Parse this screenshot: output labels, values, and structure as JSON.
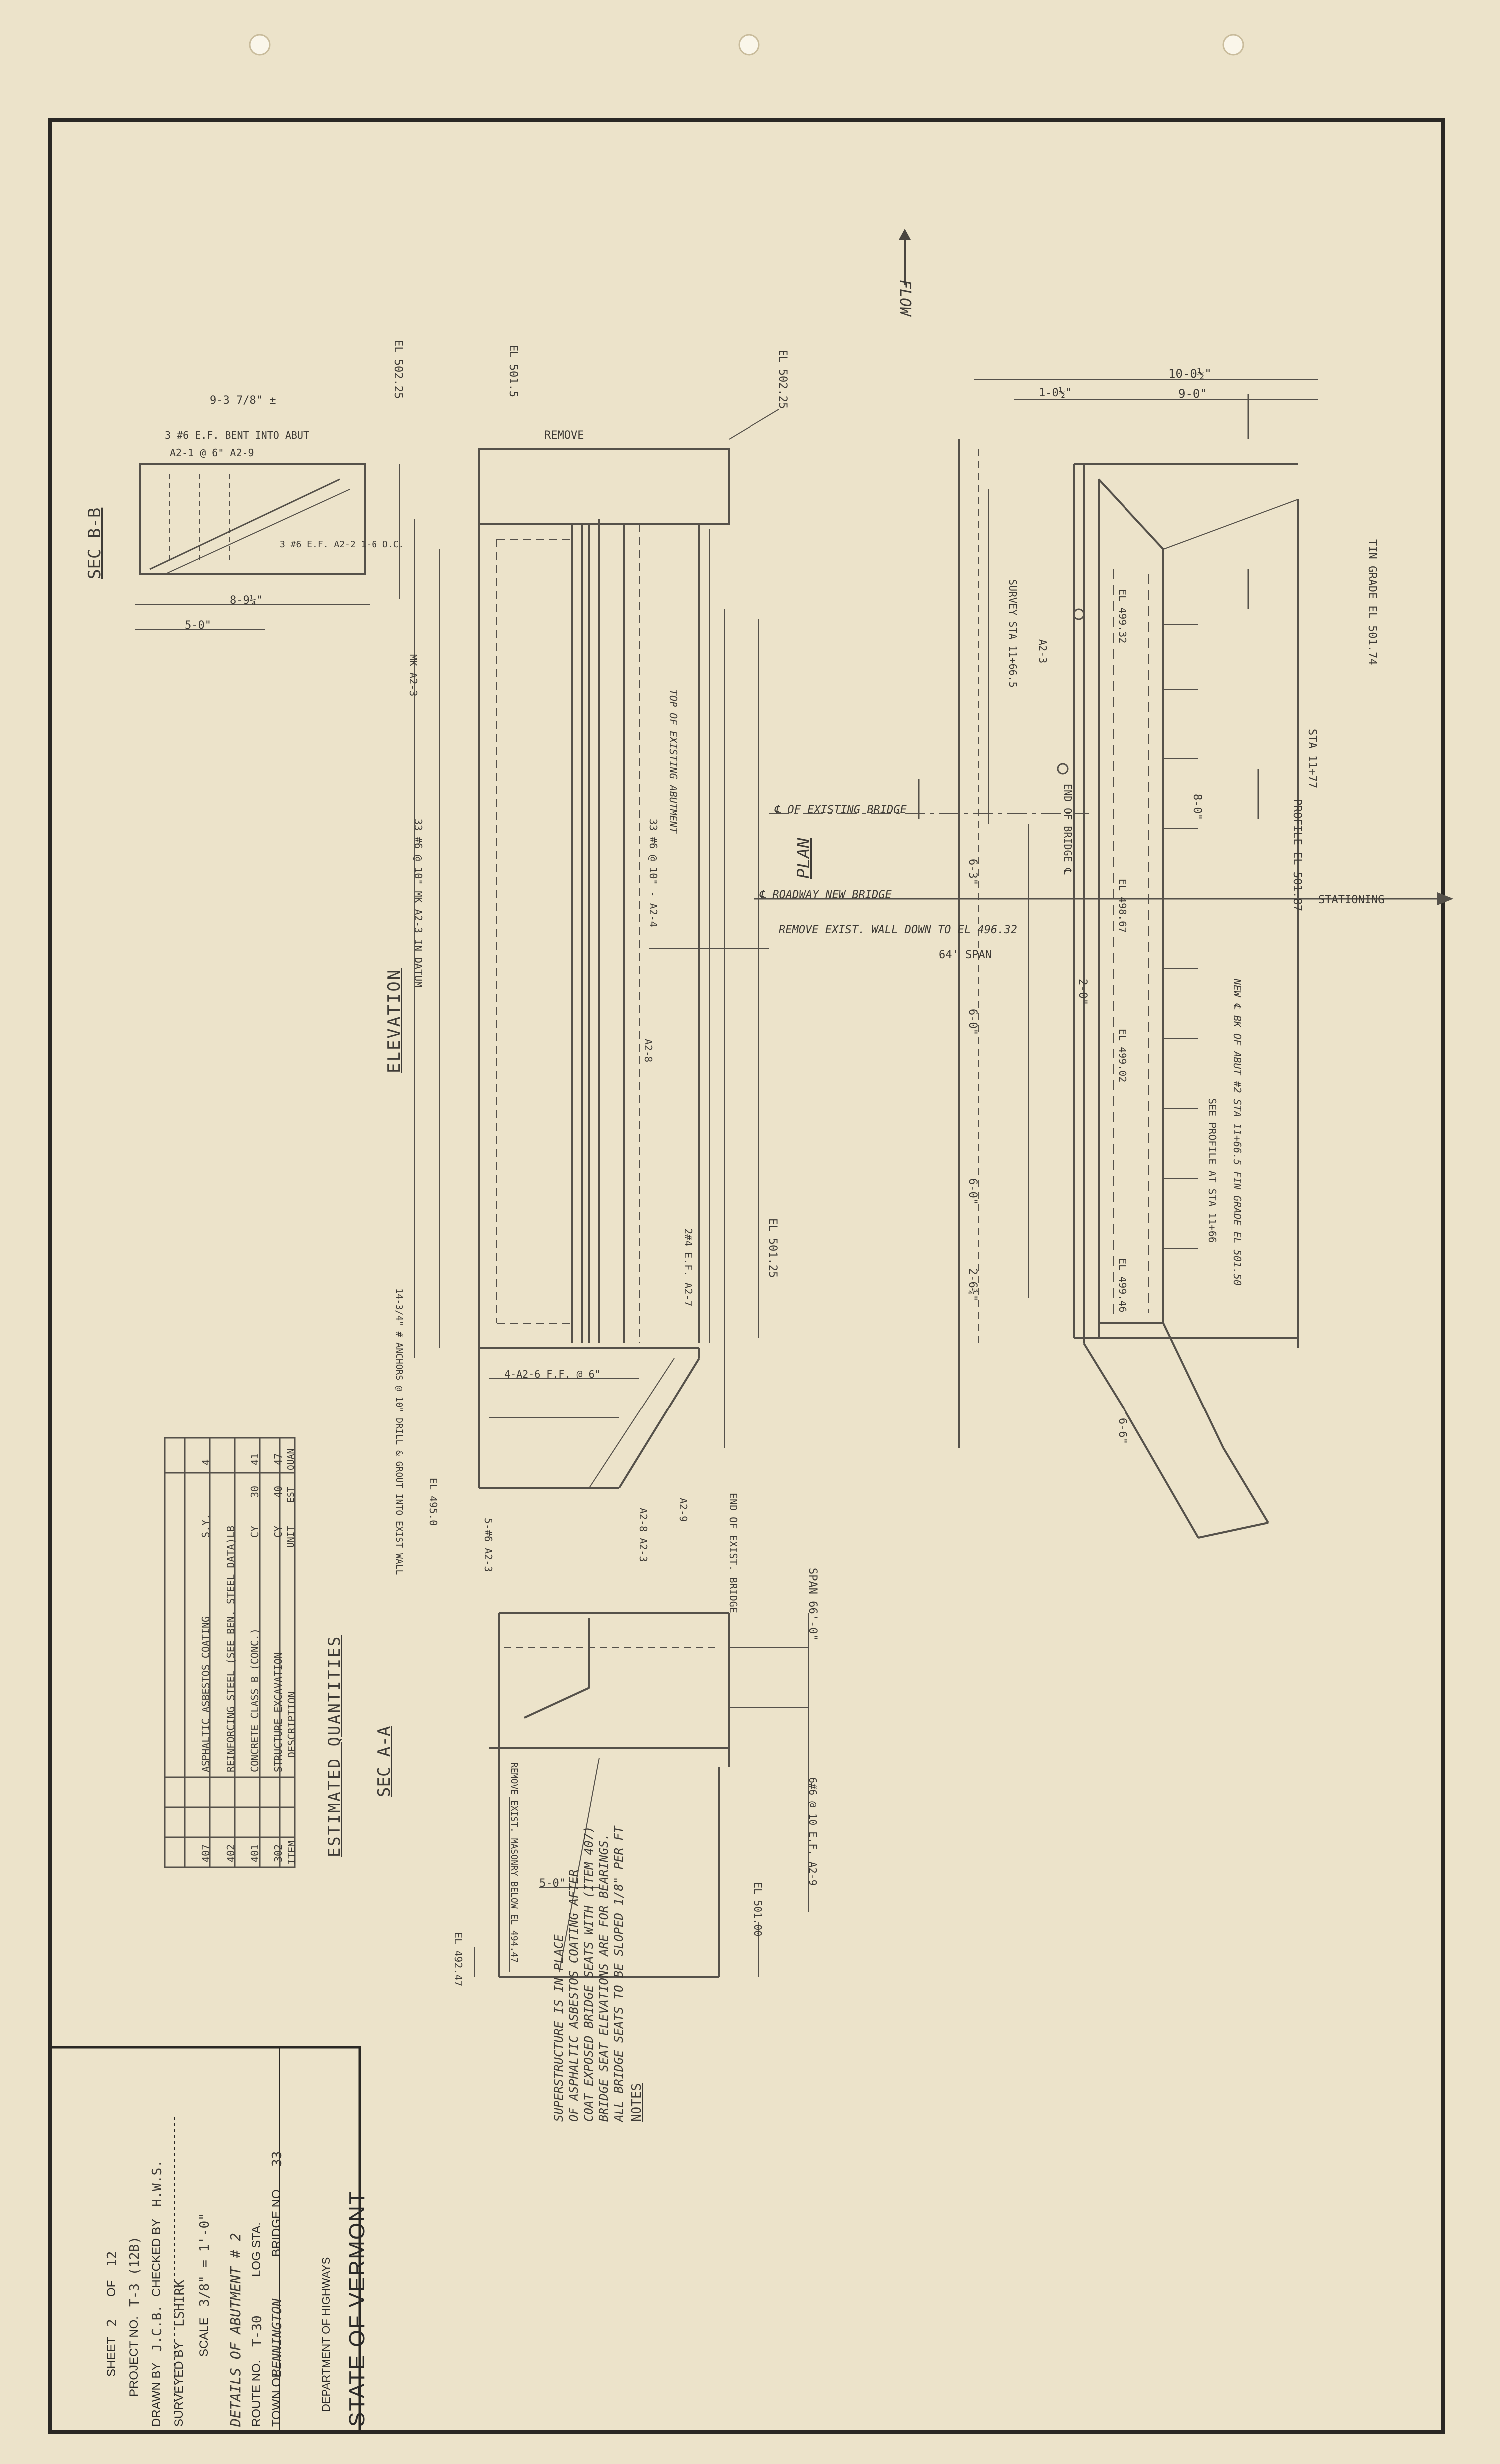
{
  "title_block": {
    "state": "STATE OF VERMONT",
    "department": "DEPARTMENT OF HIGHWAYS",
    "town_label": "TOWN OF",
    "town_value": "BENNINGTON",
    "bridge_label": "BRIDGE NO.",
    "bridge_value": "33",
    "route_label": "ROUTE NO.",
    "route_value": "T-30",
    "log_sta_label": "LOG STA.",
    "details_line": "DETAILS OF ABUTMENT # 2",
    "scale_label": "SCALE",
    "scale_value": "3/8\" = 1'-0\"",
    "surveyed_label": "SURVEYED BY",
    "surveyed_value": "LSHIRK",
    "drawn_label": "DRAWN BY",
    "drawn_value": "J.C.B.",
    "checked_label": "CHECKED BY",
    "checked_value": "H.W.S.",
    "project_label": "PROJECT NO.",
    "project_value": "T-3 (12B)",
    "sheet_label": "SHEET",
    "sheet_no": "2",
    "of_label": "OF",
    "sheet_total": "12"
  },
  "notes": {
    "heading": "NOTES",
    "lines": [
      "ALL BRIDGE SEATS TO BE SLOPED 1/8\" PER FT",
      "BRIDGE SEAT ELEVATIONS ARE FOR BEARINGS.",
      "COAT EXPOSED BRIDGE SEATS WITH (ITEM 407)",
      "OF ASPHALTIC ASBESTOS COATING AFTER",
      "SUPERSTRUCTURE IS IN PLACE"
    ]
  },
  "quantities": {
    "title": "ESTIMATED QUANTITIES",
    "headers": [
      "ITEM",
      "DESCRIPTION",
      "UNIT",
      "EST",
      "QUAN"
    ],
    "rows": [
      [
        "302",
        "STRUCTURE EXCAVATION",
        "CY",
        "40",
        "47"
      ],
      [
        "401",
        "CONCRETE CLASS B (CONC.)",
        "CY",
        "30",
        "41"
      ],
      [
        "402",
        "REINFORCING STEEL (SEE BEN. STEEL DATA)",
        "LB",
        "",
        ""
      ],
      [
        "407",
        "ASPHALTIC ASBESTOS COATING",
        "S.Y.",
        "",
        "4"
      ]
    ]
  },
  "views": {
    "plan": "PLAN",
    "elevation": "ELEVATION",
    "sec_aa": "SEC  A-A",
    "sec_bb": "SEC  B-B",
    "flow": "FLOW",
    "stationing": "STATIONING"
  },
  "plan_labels": {
    "existing_bridge": "℄ OF EXISTING BRIDGE",
    "new_bridge": "℄ ROADWAY NEW BRIDGE",
    "span": "64' SPAN",
    "end_of_bridge": "END OF BRIDGE ℄",
    "survey_sta": "SURVEY STA 11+66.5",
    "station_box": "STA 11+77",
    "profile_grade": "PROFILE EL 501.87",
    "in_grade": "TIN GRADE EL 501.74",
    "bk_of_abut": "NEW ℄ BK OF ABUT #2 STA 11+66.5 FIN GRADE EL 501.50",
    "see_profile": "SEE PROFILE AT STA 11+66",
    "d1": "10-0½\"",
    "d2": "9-0\"",
    "d3": "1-0½\"",
    "d4": "8-0\"",
    "d5": "6-0\"",
    "d6": "6-3\"",
    "d7": "2-6¾\"",
    "d8": "6-6\"",
    "d9": "2-0\"",
    "el1": "EL 499.46",
    "el2": "EL 499.02",
    "el3": "EL 498.67",
    "el4": "EL 499.32",
    "bars": "A2-3"
  },
  "elev_labels": {
    "el_top_left": "EL 501.5",
    "el_top_right": "EL 502.25",
    "el_mid": "EL 501.25",
    "remove": "REMOVE",
    "top_existing": "TOP OF EXISTING ABUTMENT",
    "bars_top": "33 #6 @ 10\" - A2-4",
    "bars_face": "33 #6 @ 10\" MK A2-3  IN DATUM",
    "remove_wall": "REMOVE EXIST. WALL DOWN TO EL 496.32",
    "mk_a23": "MK A2-3",
    "a28": "A2-8",
    "e4": "2#4 E.F. A2-7",
    "spikes": "14-3/4\" # ANCHORS @ 10\" DRILL & GROUT INTO EXIST WALL",
    "f_bars": "4-A2-6 F.F. @ 6\"",
    "el_base": "EL 495.0",
    "a29": "A2-9",
    "a23b": "5-#6 A2-3"
  },
  "secaa_labels": {
    "end_exist": "END OF EXIST. BRIDGE",
    "span": "SPAN 66'-0\"",
    "remove_masonry": "REMOVE EXIST. MASONRY BELOW EL 494.47",
    "el_bottom": "EL 492.47",
    "el_right": "EL 501.00",
    "dims": "5-0\"",
    "bars": "6#6 @ 10 E.F. A2-9",
    "a28": "A2-8 A2-3"
  },
  "secbb_labels": {
    "width": "9-3 7/8\" ±",
    "bars": "3 #6 E.F. BENT INTO ABUT",
    "mk": "A2-1 @ 6\" A2-9",
    "ef": "3 #6 E.F. A2-2 1-6 O.C.",
    "d_bottom": "5-0\"",
    "d_mid": "8-9¼\"",
    "el": "EL 502.25"
  }
}
